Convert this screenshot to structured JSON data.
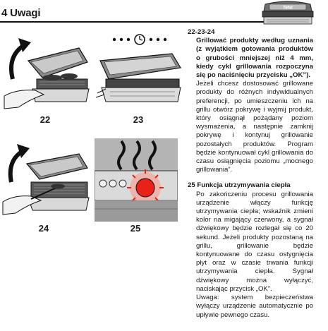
{
  "header": {
    "title": "4 Uwagi",
    "device_brand": "Tefal"
  },
  "figures": {
    "fig22": "22",
    "fig23": "23",
    "fig24": "24",
    "fig25": "25"
  },
  "section_22_23_24": {
    "number": "22-23-24",
    "bold_text": "Grillować produkty według uznania (z wyjątkiem gotowania produktów o grubości mniejszej niż 4 mm, kiedy cykl grillowania rozpoczyna się po naciśnięciu przycisku „OK”).",
    "body": "Jeżeli chcesz dostosować grillowane produkty do różnych indywidualnych preferencji, po umieszczeniu ich na grillu otwórz pokrywę i wyjmij produkt, który osiągnął pożądany poziom wysmażenia, a następnie zamknij pokrywę i kontynuj grillowanie pozostałych produktów. Program będzie kontynuował cykl grillowania do czasu osiągnięcia poziomu „mocnego grillowania”."
  },
  "section_25": {
    "number": "25",
    "title": "Funkcja utrzymywania ciepła",
    "body": "Po zakończeniu procesu grillowania urządzenie włączy funkcję utrzymywania ciepła; wskaźnik zmieni kolor na migający czerwony, a sygnał dźwiękowy będzie rozlegał się co 20 sekund. Jeżeli produkty pozostaną na grillu, grillowanie będzie kontynuowane do czasu ostygnięcia płyt oraz w czasie trwania funkcji utrzymywania ciepła. Sygnał dźwiękowy można wyłączyć, naciskając przycisk „OK”.",
    "note": "Uwaga: system bezpieczeństwa wyłączy urządzenie automatycznie po upływie pewnego czasu."
  },
  "colors": {
    "indicator_red": "#e8221a",
    "ink": "#1a1a1a"
  }
}
